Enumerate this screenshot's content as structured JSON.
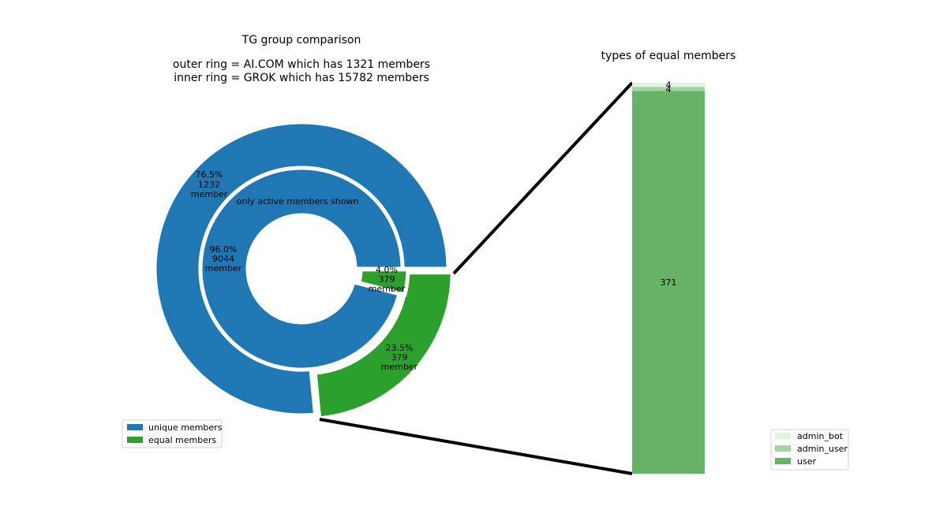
{
  "chart_data": [
    {
      "type": "pie",
      "title_lines": [
        "TG group comparison",
        "",
        "outer ring = AI.COM which has 1321 members",
        "inner ring = GROK which has 15782 members"
      ],
      "center_note": "only active members shown",
      "outer_ring": {
        "name": "AI.COM",
        "slices": [
          {
            "label": "unique members",
            "percent": 76.5,
            "count": 1232,
            "text": [
              "76.5%",
              "1232",
              "member"
            ],
            "color": "#1f77b4"
          },
          {
            "label": "equal members",
            "percent": 23.5,
            "count": 379,
            "text": [
              "23.5%",
              "379",
              "member"
            ],
            "color": "#2ca02c"
          }
        ]
      },
      "inner_ring": {
        "name": "GROK",
        "slices": [
          {
            "label": "unique members",
            "percent": 96.0,
            "count": 9044,
            "text": [
              "96.0%",
              "9044",
              "member"
            ],
            "color": "#1f77b4"
          },
          {
            "label": "equal members",
            "percent": 4.0,
            "count": 379,
            "text": [
              "4.0%",
              "379",
              "member"
            ],
            "color": "#2ca02c"
          }
        ]
      },
      "legend": [
        {
          "label": "unique members",
          "color": "#1f77b4"
        },
        {
          "label": "equal members",
          "color": "#2ca02c"
        }
      ],
      "legend_position": "lower-left"
    },
    {
      "type": "bar",
      "stacked": true,
      "title": "types of equal members",
      "series": [
        {
          "name": "user",
          "value": 371,
          "label": "371",
          "color": "#66b266"
        },
        {
          "name": "admin_user",
          "value": 4,
          "label": "4",
          "color": "#a3d4a3"
        },
        {
          "name": "admin_bot",
          "value": 4,
          "label": "4",
          "color": "#e0f2e0"
        }
      ],
      "legend": [
        {
          "label": "admin_bot",
          "color": "#e0f2e0"
        },
        {
          "label": "admin_user",
          "color": "#a3d4a3"
        },
        {
          "label": "user",
          "color": "#66b266"
        }
      ],
      "legend_position": "lower-right"
    }
  ]
}
